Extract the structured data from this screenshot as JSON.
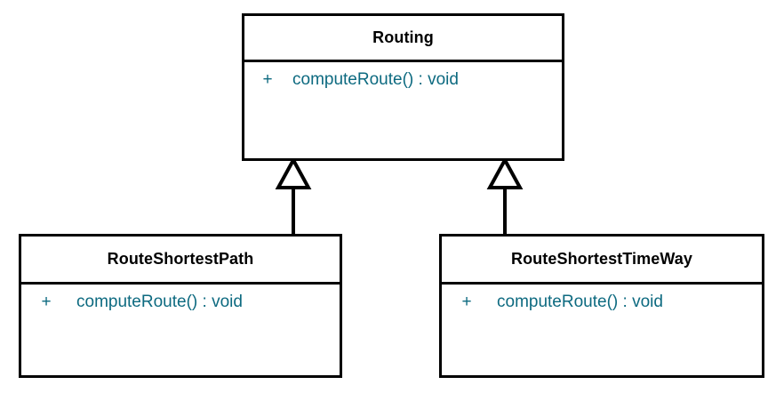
{
  "diagram": {
    "kind": "uml-class-diagram",
    "background_color": "#ffffff",
    "line_color": "#000000",
    "class_name_color": "#000000",
    "member_text_color": "#0d6a80",
    "classes": [
      {
        "id": "routing",
        "name": "Routing",
        "role": "superclass",
        "members": [
          {
            "visibility": "+",
            "signature": "computeRoute() : void"
          }
        ]
      },
      {
        "id": "routeshortestpath",
        "name": "RouteShortestPath",
        "role": "subclass",
        "members": [
          {
            "visibility": "+",
            "signature": "computeRoute() : void"
          }
        ]
      },
      {
        "id": "routeshortesttimeway",
        "name": "RouteShortestTimeWay",
        "role": "subclass",
        "members": [
          {
            "visibility": "+",
            "signature": "computeRoute() : void"
          }
        ]
      }
    ],
    "relationships": [
      {
        "id": "gen-routeshortestpath-routing",
        "type": "generalization",
        "from": "RouteShortestPath",
        "to": "Routing",
        "arrowhead": "hollow-triangle"
      },
      {
        "id": "gen-routeshortesttimeway-routing",
        "type": "generalization",
        "from": "RouteShortestTimeWay",
        "to": "Routing",
        "arrowhead": "hollow-triangle"
      }
    ]
  }
}
